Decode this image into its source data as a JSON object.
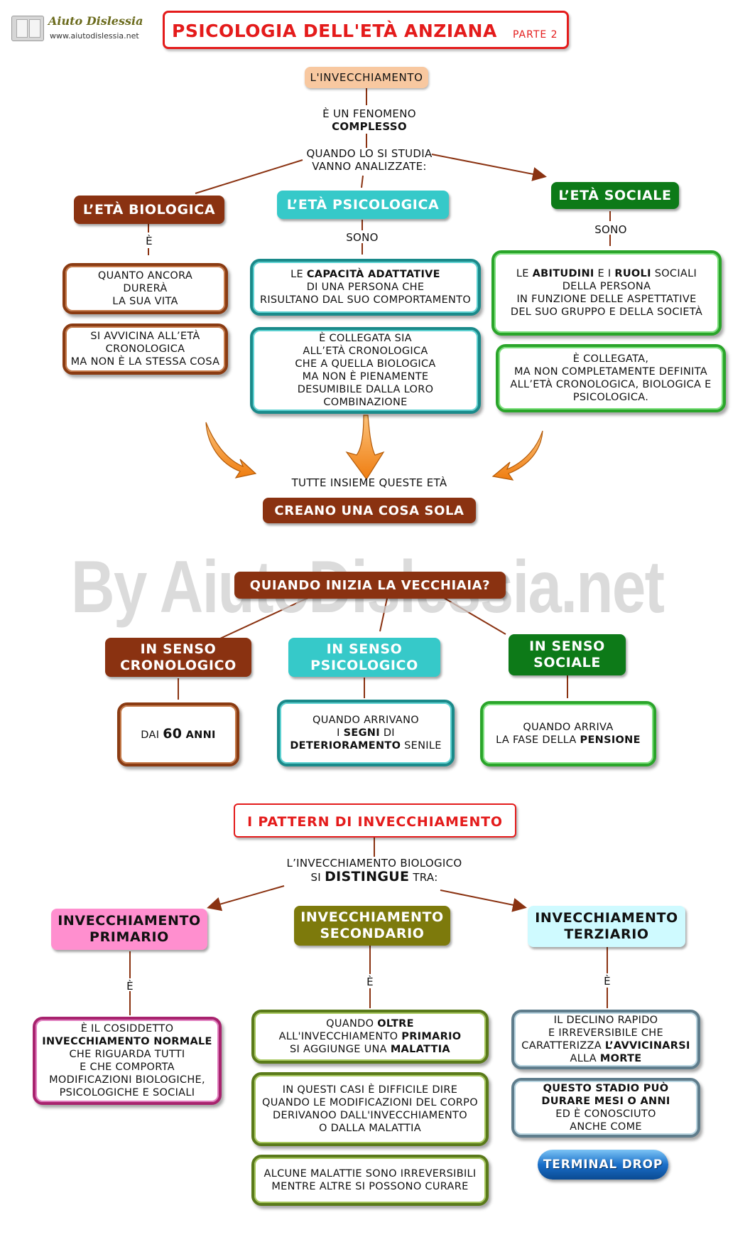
{
  "logo": {
    "name": "Aiuto Dislessia",
    "url": "www.aiutodislessia.net"
  },
  "title": {
    "main": "PSICOLOGIA DELL'ETÀ ANZIANA",
    "part": "PARTE 2"
  },
  "watermark": "By AiutoDislessia.net",
  "section1": {
    "root": "L'INVECCHIAMENTO",
    "desc1": "È UN FENOMENO",
    "desc2": "COMPLESSO",
    "study1": "QUANDO LO SI STUDIA",
    "study2": "VANNO ANALIZZATE:",
    "bio": {
      "title": "L’ETÀ BIOLOGICA",
      "link": "È",
      "box1": [
        "QUANTO ANCORA",
        "DURERÀ",
        "LA SUA VITA"
      ],
      "box2": [
        "SI AVVICINA ALL’ETÀ",
        "CRONOLOGICA",
        "MA NON È LA STESSA COSA"
      ]
    },
    "psy": {
      "title": "L’ETÀ PSICOLOGICA",
      "link": "SONO",
      "box1_pre": "LE ",
      "box1_bold": "CAPACITÀ ADATTATIVE",
      "box1_l2": "DI UNA PERSONA CHE",
      "box1_l3": "RISULTANO DAL SUO COMPORTAMENTO",
      "box2": [
        "È COLLEGATA SIA",
        "ALL’ETÀ CRONOLOGICA",
        "CHE A QUELLA BIOLOGICA",
        "MA NON È PIENAMENTE",
        "DESUMIBILE DALLA LORO",
        "COMBINAZIONE"
      ]
    },
    "soc": {
      "title": "L’ETÀ SOCIALE",
      "link": "SONO",
      "box1_pre": "LE ",
      "box1_b1": "ABITUDINI",
      "box1_mid": " E I ",
      "box1_b2": "RUOLI",
      "box1_post": " SOCIALI",
      "box1_l2": "DELLA PERSONA",
      "box1_l3": "IN FUNZIONE DELLE ASPETTATIVE",
      "box1_l4": "DEL SUO GRUPPO E DELLA SOCIETÀ",
      "box2": [
        "È COLLEGATA,",
        "MA NON COMPLETAMENTE DEFINITA",
        "ALL’ETÀ CRONOLOGICA, BIOLOGICA E",
        "PSICOLOGICA."
      ]
    },
    "together": "TUTTE INSIEME QUESTE ETÀ",
    "result": "CREANO UNA  COSA SOLA"
  },
  "section2": {
    "question": "QUIANDO INIZIA LA VECCHIAIA?",
    "chrono": {
      "title1": "IN SENSO",
      "title2": "CRONOLOGICO",
      "pre": "DAI ",
      "num": "60",
      "post": " ANNI"
    },
    "psico": {
      "title1": "IN SENSO",
      "title2": "PSICOLOGICO",
      "l1": "QUANDO ARRIVANO",
      "l2_pre": "I ",
      "l2_bold": "SEGNI",
      "l2_post": " DI",
      "l3_bold": "DETERIORAMENTO",
      "l3_post": " SENILE"
    },
    "sociale": {
      "title1": "IN SENSO",
      "title2": "SOCIALE",
      "l1": "QUANDO ARRIVA",
      "l2_pre": "LA FASE DELLA ",
      "l2_bold": "PENSIONE"
    }
  },
  "section3": {
    "title": "I PATTERN DI INVECCHIAMENTO",
    "intro1": "L’INVECCHIAMENTO BIOLOGICO",
    "intro2_pre": "SI ",
    "intro2_bold": "DISTINGUE",
    "intro2_post": " TRA:",
    "primary": {
      "title1": "INVECCHIAMENTO",
      "title2": "PRIMARIO",
      "link": "È",
      "l1": "È IL COSIDDETTO",
      "l2": "INVECCHIAMENTO NORMALE",
      "l3": "CHE RIGUARDA TUTTI",
      "l4": "E CHE COMPORTA",
      "l5": "MODIFICAZIONI BIOLOGICHE,",
      "l6": "PSICOLOGICHE E SOCIALI"
    },
    "secondary": {
      "title1": "INVECCHIAMENTO",
      "title2": "SECONDARIO",
      "link": "È",
      "b1_l1_pre": "QUANDO ",
      "b1_l1_bold": "OLTRE",
      "b1_l2_pre": "ALL'INVECCHIAMENTO ",
      "b1_l2_bold": "PRIMARIO",
      "b1_l3_pre": "SI AGGIUNGE UNA ",
      "b1_l3_bold": "MALATTIA",
      "b2": [
        "IN QUESTI CASI È DIFFICILE DIRE",
        "QUANDO LE MODIFICAZIONI DEL CORPO",
        "DERIVANOO DALL'INVECCHIAMENTO",
        "O DALLA MALATTIA"
      ],
      "b3": [
        "ALCUNE MALATTIE SONO IRREVERSIBILI",
        "MENTRE ALTRE SI POSSONO CURARE"
      ]
    },
    "tertiary": {
      "title1": "INVECCHIAMENTO",
      "title2": "TERZIARIO",
      "link": "È",
      "b1_l1": "IL DECLINO RAPIDO",
      "b1_l2": "E IRREVERSIBILE CHE",
      "b1_l3_pre": "CARATTERIZZA ",
      "b1_l3_bold": "L’AVVICINARSI",
      "b1_l4_pre": "ALLA ",
      "b1_l4_bold": "MORTE",
      "b2_l1": "QUESTO STADIO PUÒ",
      "b2_l2": "DURARE MESI O ANNI",
      "b2_l3": "ED È CONOSCIUTO",
      "b2_l4": "ANCHE COME",
      "badge": "TERMINAL DROP"
    }
  },
  "colors": {
    "brown": "#8a3211",
    "teal": "#36c9c9",
    "green": "#0d7a18",
    "red": "#e41b1b",
    "pink": "#ff8fcf",
    "olive": "#7d7a0c",
    "cyan": "#cffaff",
    "orange": "#f5a25a",
    "arrow": "#f0891a"
  }
}
